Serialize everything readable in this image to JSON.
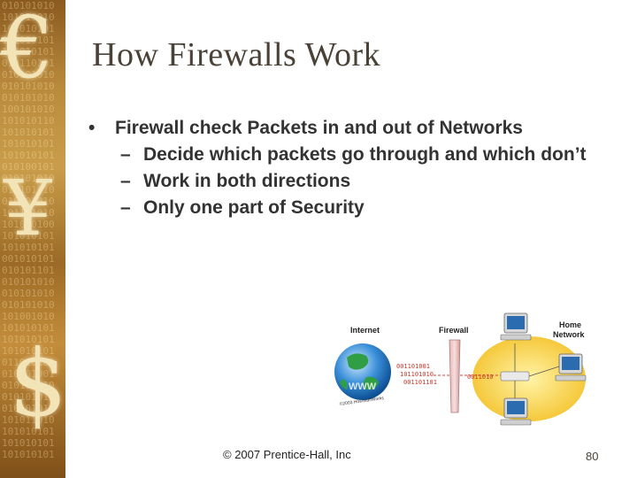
{
  "slide": {
    "title": "How Firewalls Work",
    "bullet": "Firewall check Packets in and out of Networks",
    "subbullets": [
      "Decide which packets go through and which don’t",
      "Work in both directions",
      "Only one part of Security"
    ],
    "bullet_marker": "•",
    "sub_marker": "–"
  },
  "diagram": {
    "internet_label": "Internet",
    "firewall_label": "Firewall",
    "home_label_1": "Home",
    "home_label_2": "Network",
    "www_label": "WWW",
    "credit": "©2003 HowStuffWorks"
  },
  "footer": {
    "copyright": "© 2007 Prentice-Hall, Inc",
    "page_number": "80"
  },
  "colors": {
    "title": "#4a4137",
    "text": "#333333",
    "strip": "#b98a3c",
    "home_network": "#f4c430"
  },
  "icons": [
    "euro-symbol",
    "yen-symbol",
    "dollar-symbol",
    "globe-icon",
    "firewall-wall-icon",
    "computer-icon",
    "router-icon"
  ]
}
